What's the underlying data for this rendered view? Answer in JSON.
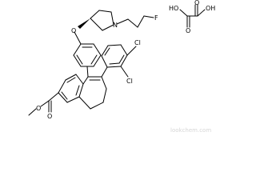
{
  "atoms": {
    "nitrogen": "N",
    "fluorine": "F",
    "ether_oxygen": "O",
    "chlorine_top": "Cl",
    "chlorine_ortho": "Cl",
    "ester_carbonyl_oxygen": "O",
    "ester_methoxy_oxygen": "O",
    "oxalic_carbonyl_oxygen_top": "O",
    "oxalic_carbonyl_oxygen_bottom": "O",
    "oxalic_hydroxyl_left": "HO",
    "oxalic_hydroxyl_right": "OH"
  },
  "watermark": "lookchem.com"
}
